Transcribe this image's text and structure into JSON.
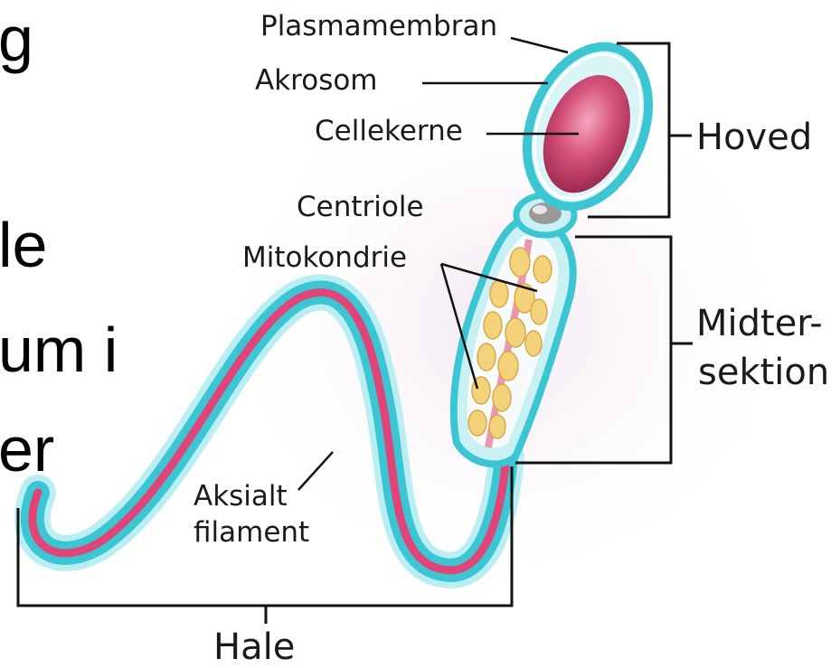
{
  "slide_fragments": {
    "line1": "g",
    "line2": "le",
    "line3": "um i",
    "line4": "er"
  },
  "labels": {
    "plasmamembran": "Plasmamembran",
    "akrosom": "Akrosom",
    "cellekerne": "Cellekerne",
    "hoved": "Hoved",
    "centriole": "Centriole",
    "mitokondrie": "Mitokondrie",
    "midter_line1": "Midter-",
    "midter_line2": "sektion",
    "aksialt_line1": "Aksialt",
    "aksialt_line2": "filament",
    "hale": "Hale"
  },
  "colors": {
    "head": "#c8456a",
    "cyan": "#3cc6d3",
    "pink": "#e0457a",
    "mito": "#f3d27a"
  }
}
